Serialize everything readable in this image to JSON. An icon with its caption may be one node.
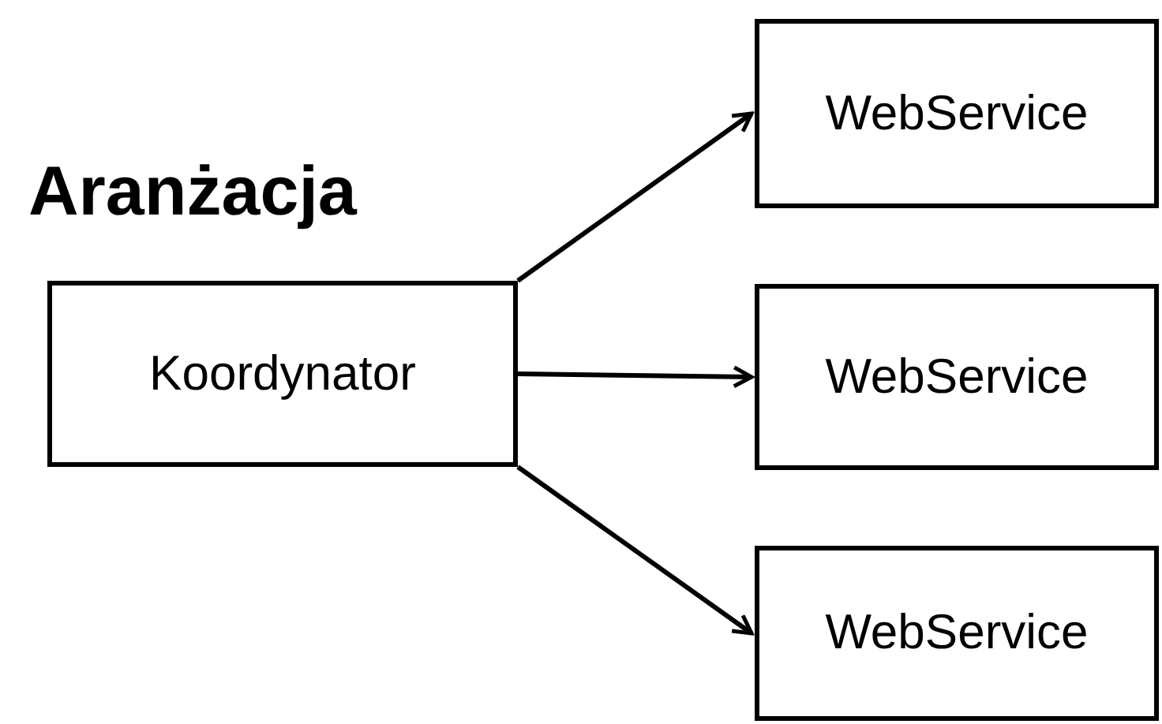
{
  "diagram": {
    "title": "Aranżacja",
    "nodes": [
      {
        "text": [
          "Koordynator"
        ]
      },
      {
        "text": [
          "WebService"
        ]
      },
      {
        "text": [
          "WebService"
        ]
      },
      {
        "text": [
          "WebService"
        ]
      }
    ],
    "edges": [
      {
        "from": 0,
        "to": 1,
        "arrow": "to"
      },
      {
        "from": 0,
        "to": 2,
        "arrow": "to"
      },
      {
        "from": 0,
        "to": 3,
        "arrow": "to"
      }
    ]
  }
}
